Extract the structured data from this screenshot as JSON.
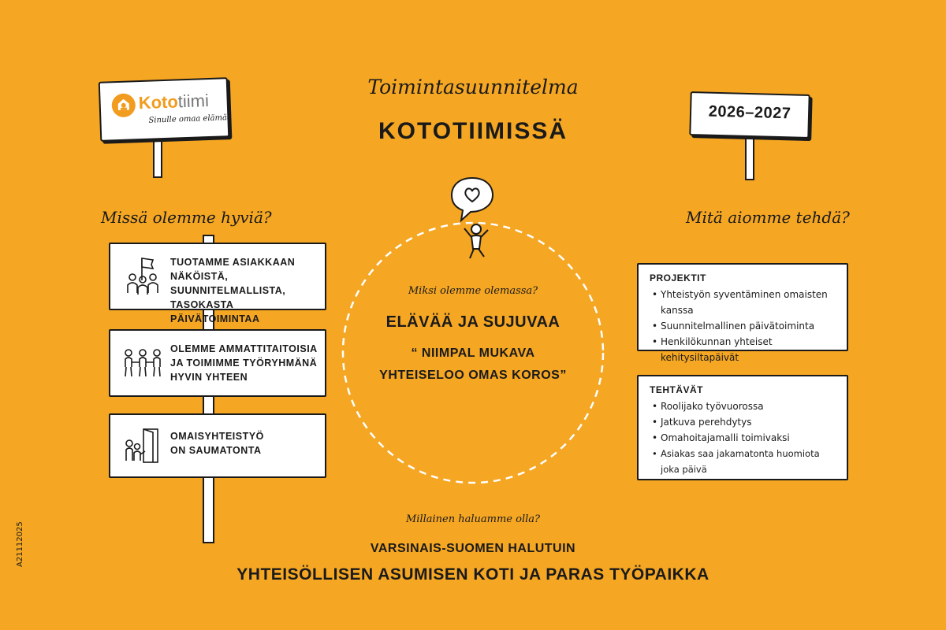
{
  "logo": {
    "brand_a": "Koto",
    "brand_b": "tiimi",
    "tagline": "Sinulle omaa elämää"
  },
  "year_sign": "2026–2027",
  "title": {
    "line1": "Toimintasuunnitelma",
    "line2": "KOTOTIIMISSÄ"
  },
  "left": {
    "question": "Missä olemme hyviä?",
    "boards": [
      {
        "text": "TUOTAMME ASIAKKAAN NÄKÖISTÄ, SUUNNITELMALLISTA, TASOKASTA PÄIVÄTOIMINTAA",
        "icon": "flag-group-icon"
      },
      {
        "text": "OLEMME AMMATTITAITOISIA JA TOIMIMME TYÖRYHMÄNÄ HYVIN YHTEEN",
        "icon": "team-holding-hands-icon"
      },
      {
        "text": "OMAISYHTEISTYÖ ON SAUMATONTA",
        "icon": "door-visitors-icon"
      }
    ]
  },
  "center": {
    "question": "Miksi olemme olemassa?",
    "heading": "ELÄVÄÄ JA SUJUVAA",
    "quote_line1": "“ NIIMPAL MUKAVA",
    "quote_line2": "YHTEISELOO OMAS KOROS”"
  },
  "right": {
    "question": "Mitä aiomme tehdä?",
    "projects": {
      "header": "PROJEKTIT",
      "items": [
        "Yhteistyön syventäminen omaisten kanssa",
        "Suunnitelmallinen päivätoiminta",
        "Henkilökunnan yhteiset kehitysiltapäivät"
      ]
    },
    "tasks": {
      "header": "TEHTÄVÄT",
      "items": [
        "Roolijako työvuorossa",
        "Jatkuva perehdytys",
        "Omahoitajamalli toimivaksi",
        "Asiakas saa jakamatonta huomiota joka päivä"
      ]
    }
  },
  "bottom": {
    "question": "Millainen haluamme olla?",
    "line1": "VARSINAIS-SUOMEN HALUTUIN",
    "line2": "YHTEISÖLLISEN ASUMISEN KOTI JA PARAS TYÖPAIKKA"
  },
  "doc_code": "A21112025",
  "colors": {
    "background": "#F5A623",
    "ink": "#1a1a1a",
    "paper": "#ffffff",
    "brand_orange": "#F29C1F"
  }
}
